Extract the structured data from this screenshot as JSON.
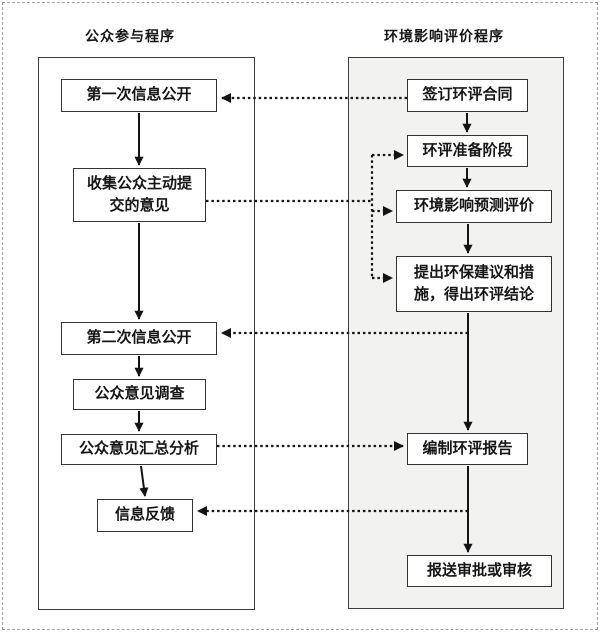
{
  "diagram": {
    "columns": {
      "public_participation": {
        "title": "公众参与程序",
        "steps": [
          "第一次信息公开",
          "收集公众主动提\n交的意见",
          "第二次信息公开",
          "公众意见调查",
          "公众意见汇总分析",
          "信息反馈"
        ]
      },
      "eia_procedure": {
        "title": "环境影响评价程序",
        "steps": [
          "签订环评合同",
          "环评准备阶段",
          "环境影响预测评价",
          "提出环保建议和措\n施，得出环评结论",
          "编制环评报告",
          "报送审批或审核"
        ]
      }
    },
    "connections": [
      {
        "from": "第一次信息公开",
        "to": "收集公众主动提交的意见",
        "style": "solid"
      },
      {
        "from": "收集公众主动提交的意见",
        "to": "第二次信息公开",
        "style": "solid"
      },
      {
        "from": "第二次信息公开",
        "to": "公众意见调查",
        "style": "solid"
      },
      {
        "from": "公众意见调查",
        "to": "公众意见汇总分析",
        "style": "solid"
      },
      {
        "from": "公众意见汇总分析",
        "to": "信息反馈",
        "style": "solid"
      },
      {
        "from": "签订环评合同",
        "to": "环评准备阶段",
        "style": "solid"
      },
      {
        "from": "环评准备阶段",
        "to": "环境影响预测评价",
        "style": "solid"
      },
      {
        "from": "环境影响预测评价",
        "to": "提出环保建议和措施，得出环评结论",
        "style": "solid"
      },
      {
        "from": "提出环保建议和措施，得出环评结论",
        "to": "编制环评报告",
        "style": "solid"
      },
      {
        "from": "编制环评报告",
        "to": "报送审批或审核",
        "style": "solid"
      },
      {
        "from": "签订环评合同",
        "to": "第一次信息公开",
        "style": "dotted"
      },
      {
        "from": "收集公众主动提交的意见",
        "to": "环评准备阶段",
        "style": "dotted"
      },
      {
        "from": "收集公众主动提交的意见",
        "to": "环境影响预测评价",
        "style": "dotted"
      },
      {
        "from": "收集公众主动提交的意见",
        "to": "提出环保建议和措施，得出环评结论",
        "style": "dotted"
      },
      {
        "from": "提出环保建议和措施，得出环评结论",
        "to": "第二次信息公开",
        "style": "dotted"
      },
      {
        "from": "公众意见汇总分析",
        "to": "编制环评报告",
        "style": "dotted"
      },
      {
        "from": "编制环评报告",
        "to": "信息反馈",
        "style": "dotted"
      }
    ],
    "colors": {
      "panel_fill": "#f2f2f1",
      "panel_border": "#3d3d3d",
      "node_border": "#333333",
      "line": "#141414",
      "page_border": "#a6a6a6"
    }
  }
}
